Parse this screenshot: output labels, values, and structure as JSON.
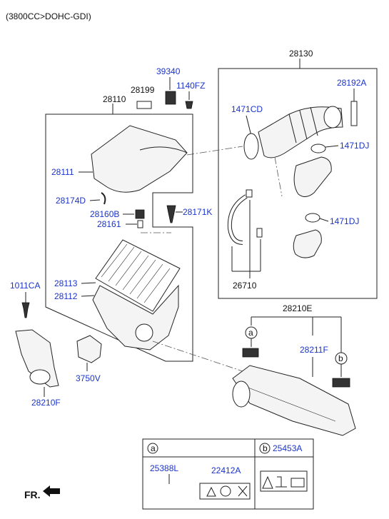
{
  "header": "(3800CC>DOHC-GDI)",
  "callouts": {
    "p28130": "28130",
    "p28192A": "28192A",
    "p1471CD": "1471CD",
    "p1471DJ_top": "1471DJ",
    "p1471DJ_bottom": "1471DJ",
    "p26710": "26710",
    "p39340": "39340",
    "p28199": "28199",
    "p1140FZ": "1140FZ",
    "p28110": "28110",
    "p28111": "28111",
    "p28174D": "28174D",
    "p28160B": "28160B",
    "p28171K": "28171K",
    "p28161": "28161",
    "p28113": "28113",
    "p28112": "28112",
    "p1011CA": "1011CA",
    "p3750V": "3750V",
    "p28210F": "28210F",
    "p28210E": "28210E",
    "p28211F": "28211F",
    "marker_a": "a",
    "marker_b": "b"
  },
  "legend_table": {
    "cell_a_marker": "a",
    "cell_b_marker": "b",
    "cell_b_part": "25453A",
    "part_25388L": "25388L",
    "part_22412A": "22412A"
  },
  "fr_label": "FR."
}
